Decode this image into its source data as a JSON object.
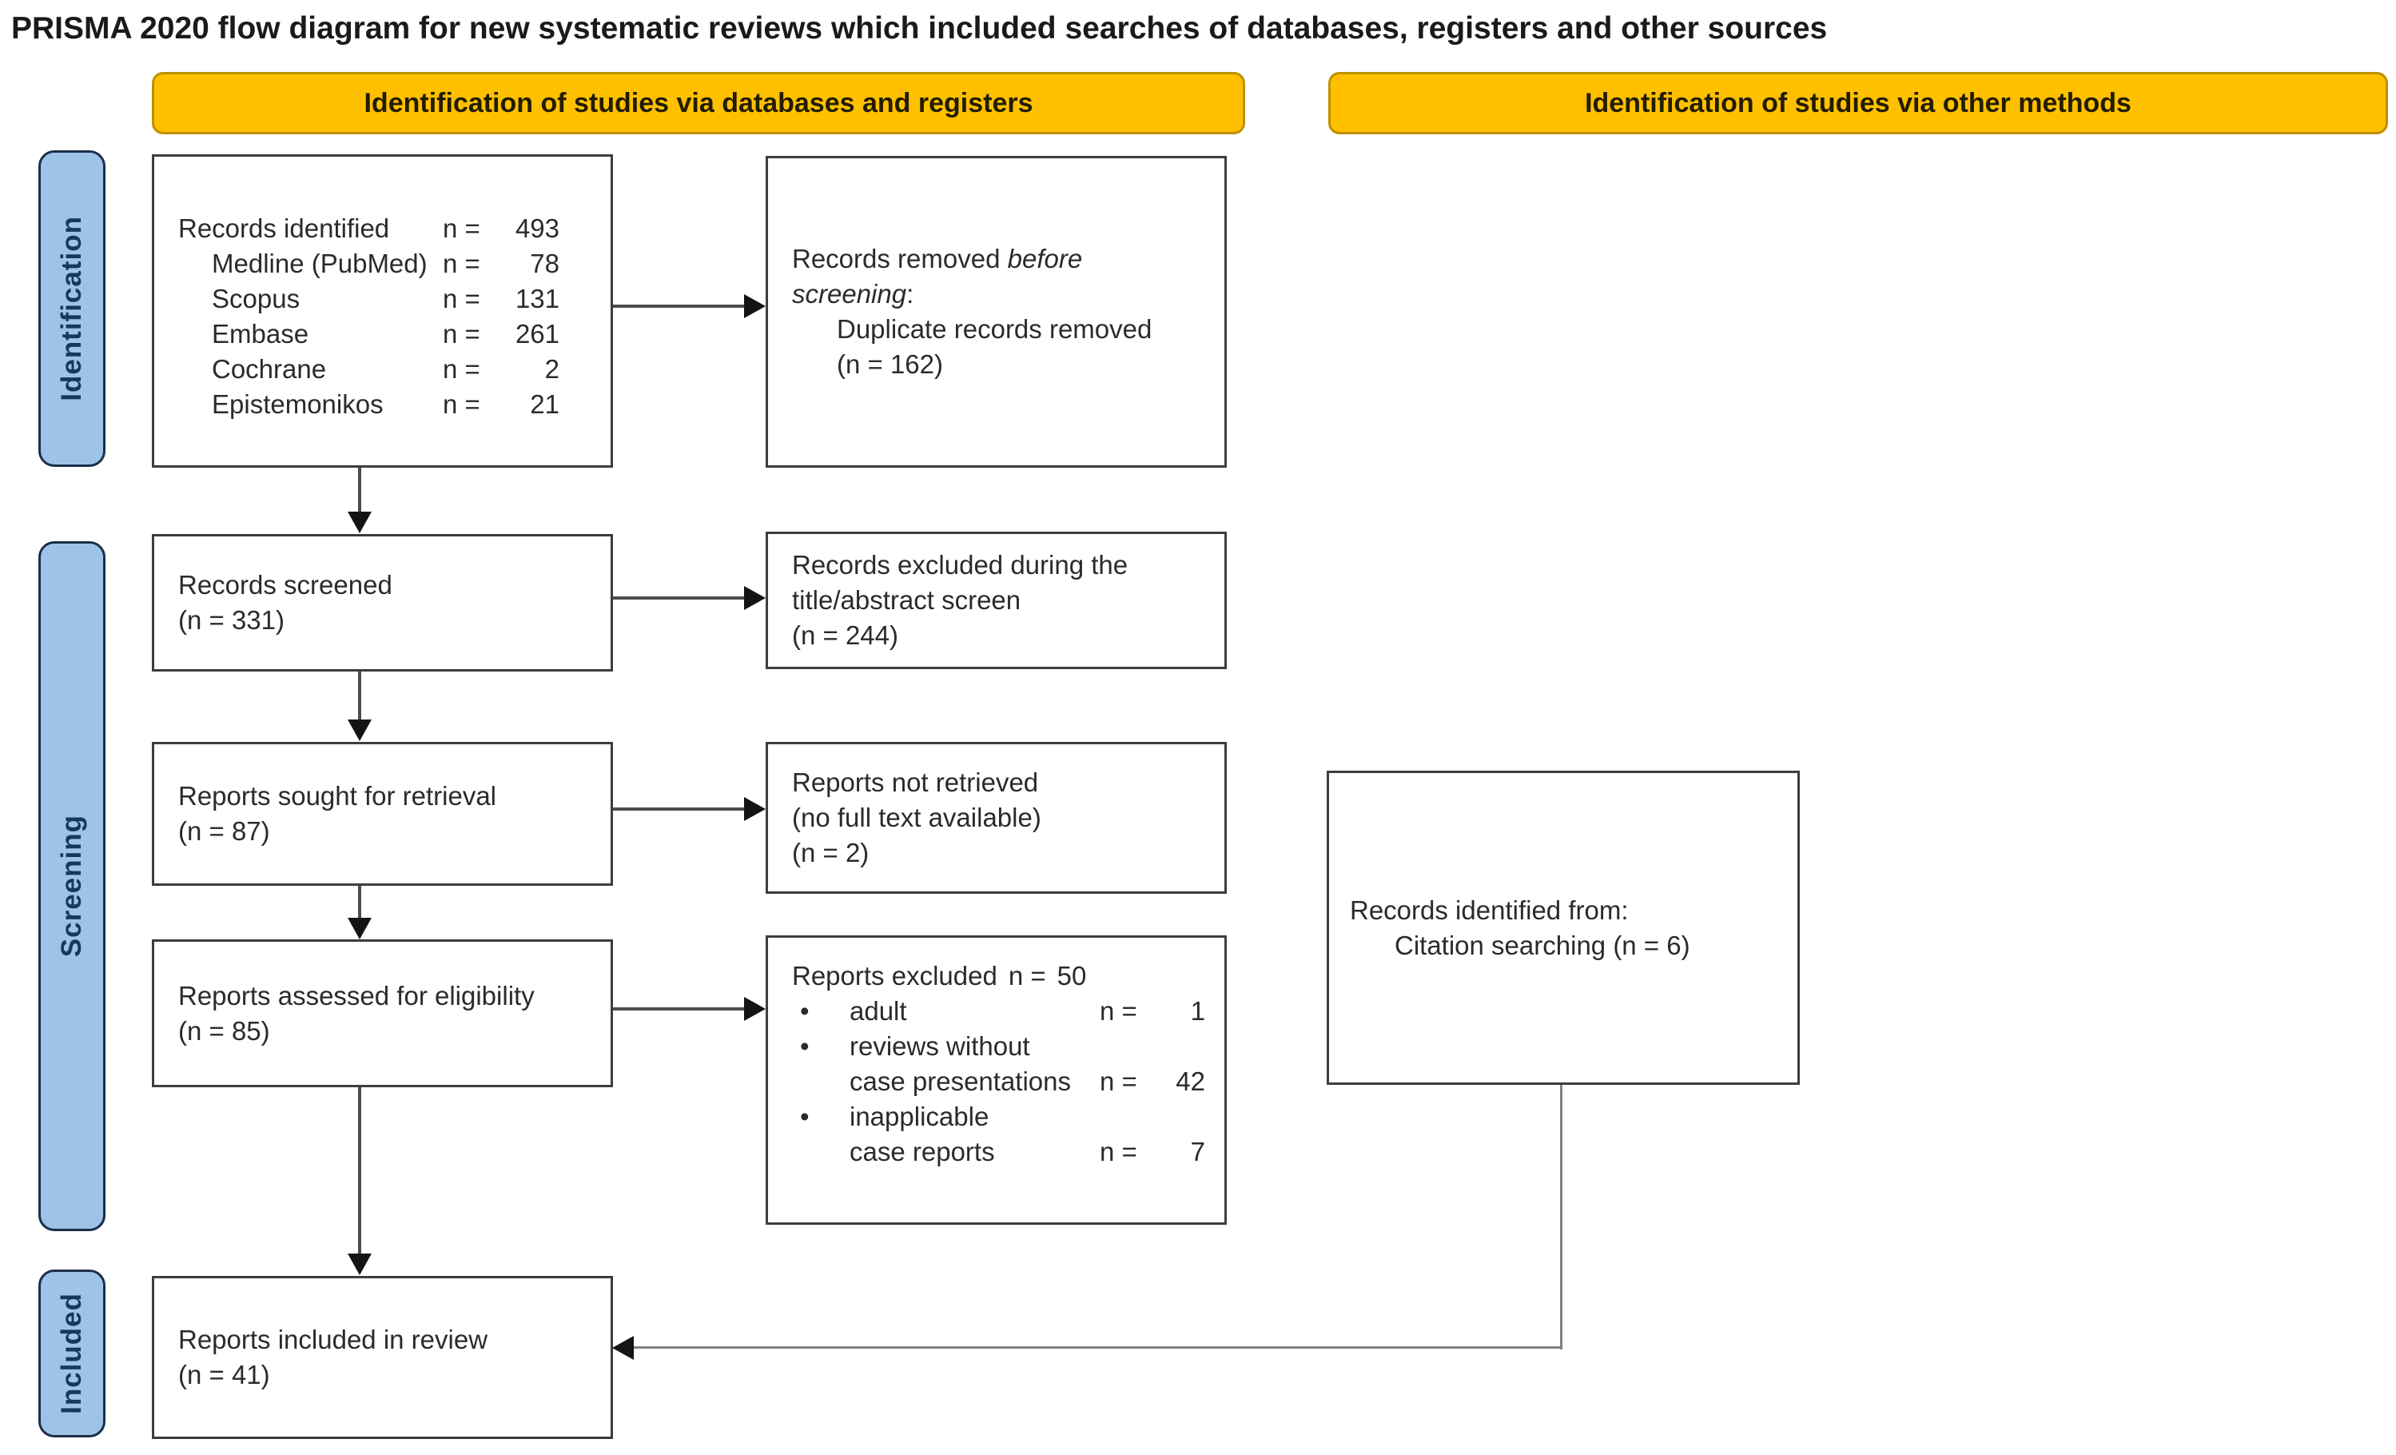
{
  "title": "PRISMA 2020 flow diagram for new systematic reviews which included searches of databases, registers and other sources",
  "headers": {
    "databases": "Identification of studies via databases and registers",
    "other_methods": "Identification of studies via other methods"
  },
  "stages": {
    "identification": "Identification",
    "screening": "Screening",
    "included": "Included"
  },
  "colors": {
    "header_bg": "#FFC000",
    "header_border": "#BF9000",
    "stage_bg": "#9DC3E6",
    "stage_border": "#1C2E4A",
    "box_border": "#3D3D3D",
    "connector_line": "#808080",
    "arrowhead": "#141414"
  },
  "boxes": {
    "records_identified": {
      "label": "Records identified",
      "n_prefix": "n =",
      "n": "493",
      "sources": [
        {
          "label": "Medline (PubMed)",
          "n_prefix": "n =",
          "n": "78"
        },
        {
          "label": "Scopus",
          "n_prefix": "n =",
          "n": "131"
        },
        {
          "label": "Embase",
          "n_prefix": "n =",
          "n": "261"
        },
        {
          "label": "Cochrane",
          "n_prefix": "n =",
          "n": "2"
        },
        {
          "label": "Epistemonikos",
          "n_prefix": "n =",
          "n": "21"
        }
      ]
    },
    "records_removed": {
      "line1_prefix": "Records removed ",
      "line1_em": "before",
      "line2_em": "screening",
      "line2_suffix": ":",
      "detail": "Duplicate records removed",
      "count": "(n = 162)"
    },
    "records_screened": {
      "label": "Records screened",
      "count": "(n = 331)"
    },
    "records_excluded": {
      "line1": "Records excluded during the",
      "line2": "title/abstract screen",
      "count": "(n = 244)"
    },
    "reports_sought": {
      "label": "Reports sought for retrieval",
      "count": "(n = 87)"
    },
    "reports_not_retrieved": {
      "label": "Reports not retrieved",
      "detail": "(no full text available)",
      "count": "(n = 2)"
    },
    "reports_assessed": {
      "label": "Reports assessed for eligibility",
      "count": "(n = 85)"
    },
    "reports_excluded": {
      "label": "Reports excluded",
      "n_prefix": "n =",
      "n": "50",
      "bullet": "•",
      "items": [
        {
          "lines": [
            "adult"
          ],
          "n_prefix": "n =",
          "n": "1"
        },
        {
          "lines": [
            "reviews without",
            "case presentations"
          ],
          "n_prefix": "n =",
          "n": "42"
        },
        {
          "lines": [
            "inapplicable",
            "case reports"
          ],
          "n_prefix": "n =",
          "n": "7"
        }
      ]
    },
    "records_other_methods": {
      "label": "Records identified from:",
      "detail": "Citation searching (n = 6)"
    },
    "reports_included": {
      "label": "Reports included in review",
      "count": "(n = 41)"
    }
  }
}
